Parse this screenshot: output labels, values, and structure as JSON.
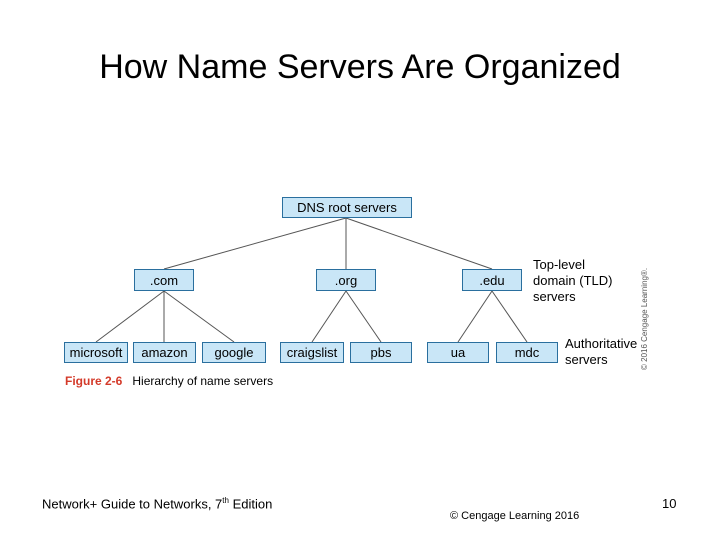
{
  "title": "How Name Servers Are Organized",
  "diagram": {
    "root": "DNS root servers",
    "tlds": [
      ".com",
      ".org",
      ".edu"
    ],
    "leaves": [
      "microsoft",
      "amazon",
      "google",
      "craigslist",
      "pbs",
      "ua",
      "mdc"
    ],
    "tld_label": [
      "Top-level",
      "domain (TLD)",
      "servers"
    ],
    "auth_label": [
      "Authoritative",
      "servers"
    ],
    "caption_fig": "Figure 2-6",
    "caption_text": "Hierarchy of name servers",
    "vertical_copyright": "© 2016 Cengage Learning®."
  },
  "footer": {
    "book_pre": "Network+ Guide to Networks, 7",
    "book_sup": "th",
    "book_post": " Edition",
    "copyright": "© Cengage Learning  2016",
    "page_number": "10"
  },
  "colors": {
    "node_fill": "#c9e6f7",
    "node_border": "#2a6f9e",
    "caption_fig": "#d43a2a"
  }
}
